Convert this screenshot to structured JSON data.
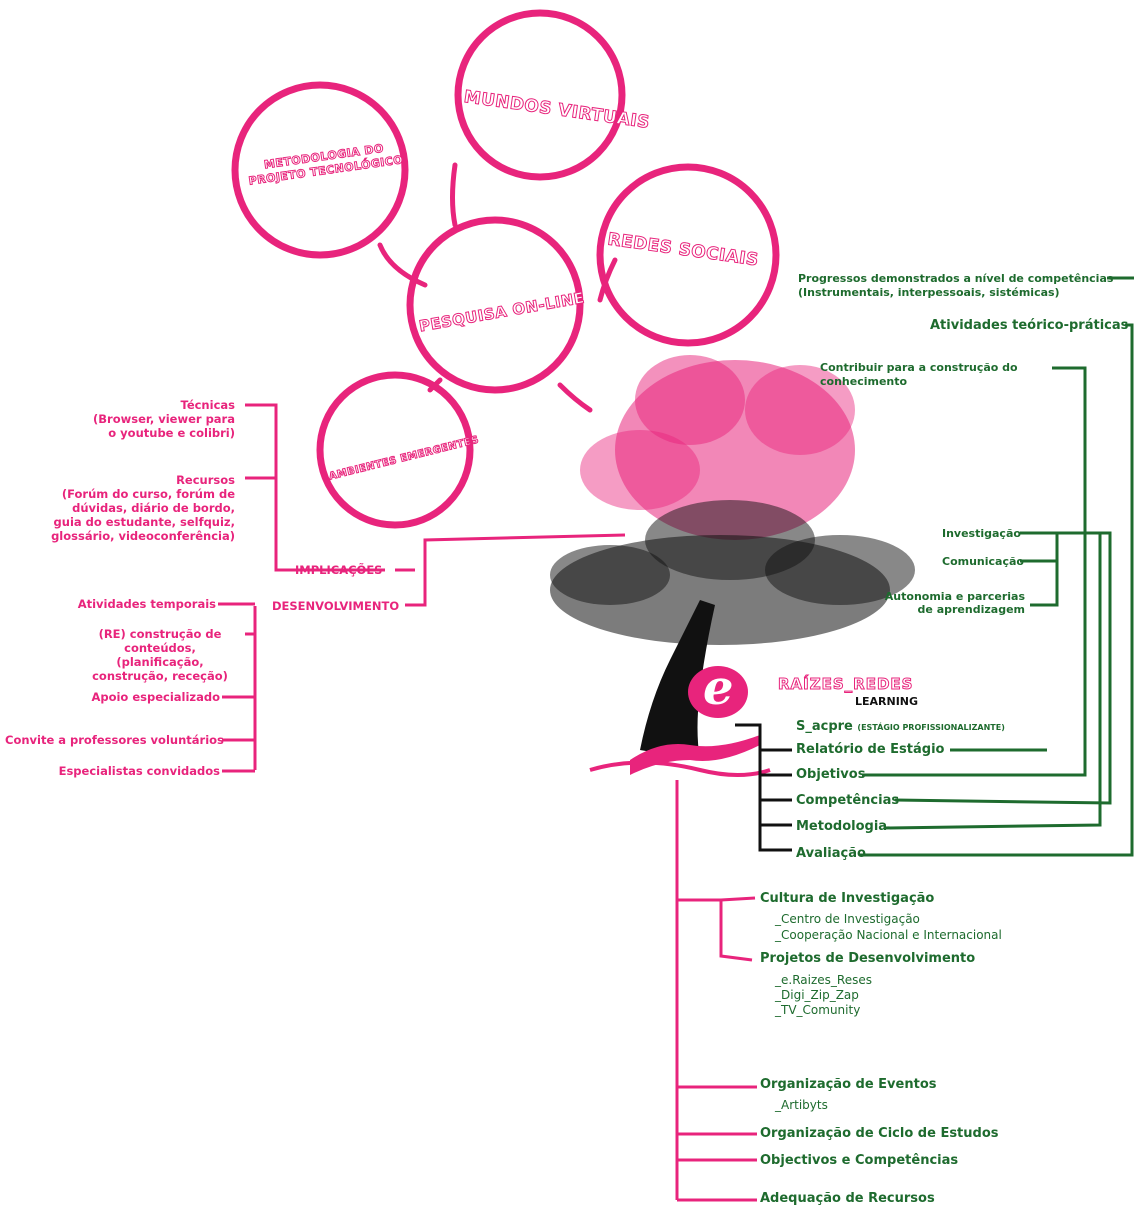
{
  "colors": {
    "pink": "#e8247c",
    "green": "#1e6b2e",
    "black": "#111111"
  },
  "circles": {
    "mundos": "MUNDOS VIRTUAIS",
    "metodologia": "METODOLOGIA DO PROJETO TECNOLÓGICO",
    "redes": "REDES SOCIAIS",
    "pesquisa": "PESQUISA ON-LINE",
    "ambientes": "AMBIENTES EMERGENTES"
  },
  "logo": {
    "prefix": "e",
    "line1": "RAÍZES_REDES",
    "line2": "LEARNING"
  },
  "left": {
    "tecnicas_title": "Técnicas",
    "tecnicas_line1": "(Browser, viewer para",
    "tecnicas_line2": "o youtube e colibri)",
    "recursos_title": "Recursos",
    "recursos_line1": "(Forúm do curso, forúm de",
    "recursos_line2": "dúvidas, diário de bordo,",
    "recursos_line3": "guia do estudante, selfquiz,",
    "recursos_line4": "glossário, videoconferência)",
    "implicacoes": "IMPLICAÇÕES",
    "desenvolvimento": "DESENVOLVIMENTO",
    "atividades": "Atividades temporais",
    "re1": "(RE) construção de",
    "re2": "conteúdos,",
    "re3": "(planificação,",
    "re4": "construção, receção)",
    "apoio": "Apoio especializado",
    "convite": "Convite a professores voluntários",
    "especialistas": "Especialistas convidados"
  },
  "right": {
    "progressos1": "Progressos demonstrados a nível de competências",
    "progressos2": "(Instrumentais, interpessoais, sistémicas)",
    "atividades_tp": "Atividades teórico-práticas",
    "contribuir1": "Contribuir para a construção do",
    "contribuir2": "conhecimento",
    "investigacao": "Investigação",
    "comunicacao": "Comunicação",
    "autonomia1": "Autonomia e parcerias",
    "autonomia2": "de aprendizagem",
    "sacpre": "S_acpre",
    "sacpre_sub": "(ESTÁGIO PROFISSIONALIZANTE)",
    "relatorio": "Relatório de Estágio",
    "objetivos": "Objetivos",
    "competencias": "Competências",
    "metodologia": "Metodologia",
    "avaliacao": "Avaliação"
  },
  "bottom": {
    "cultura": "Cultura de Investigação",
    "centro": "_Centro de Investigação",
    "cooperacao": "_Cooperação Nacional e Internacional",
    "projetos": "Projetos de Desenvolvimento",
    "raizes": "_e.Raizes_Reses",
    "digi": "_Digi_Zip_Zap",
    "tv": "_TV_Comunity",
    "eventos": "Organização de Eventos",
    "artibyts": "_Artibyts",
    "ciclo": "Organização de Ciclo de Estudos",
    "objectivos": "Objectivos e Competências",
    "adequacao": "Adequação de Recursos"
  }
}
